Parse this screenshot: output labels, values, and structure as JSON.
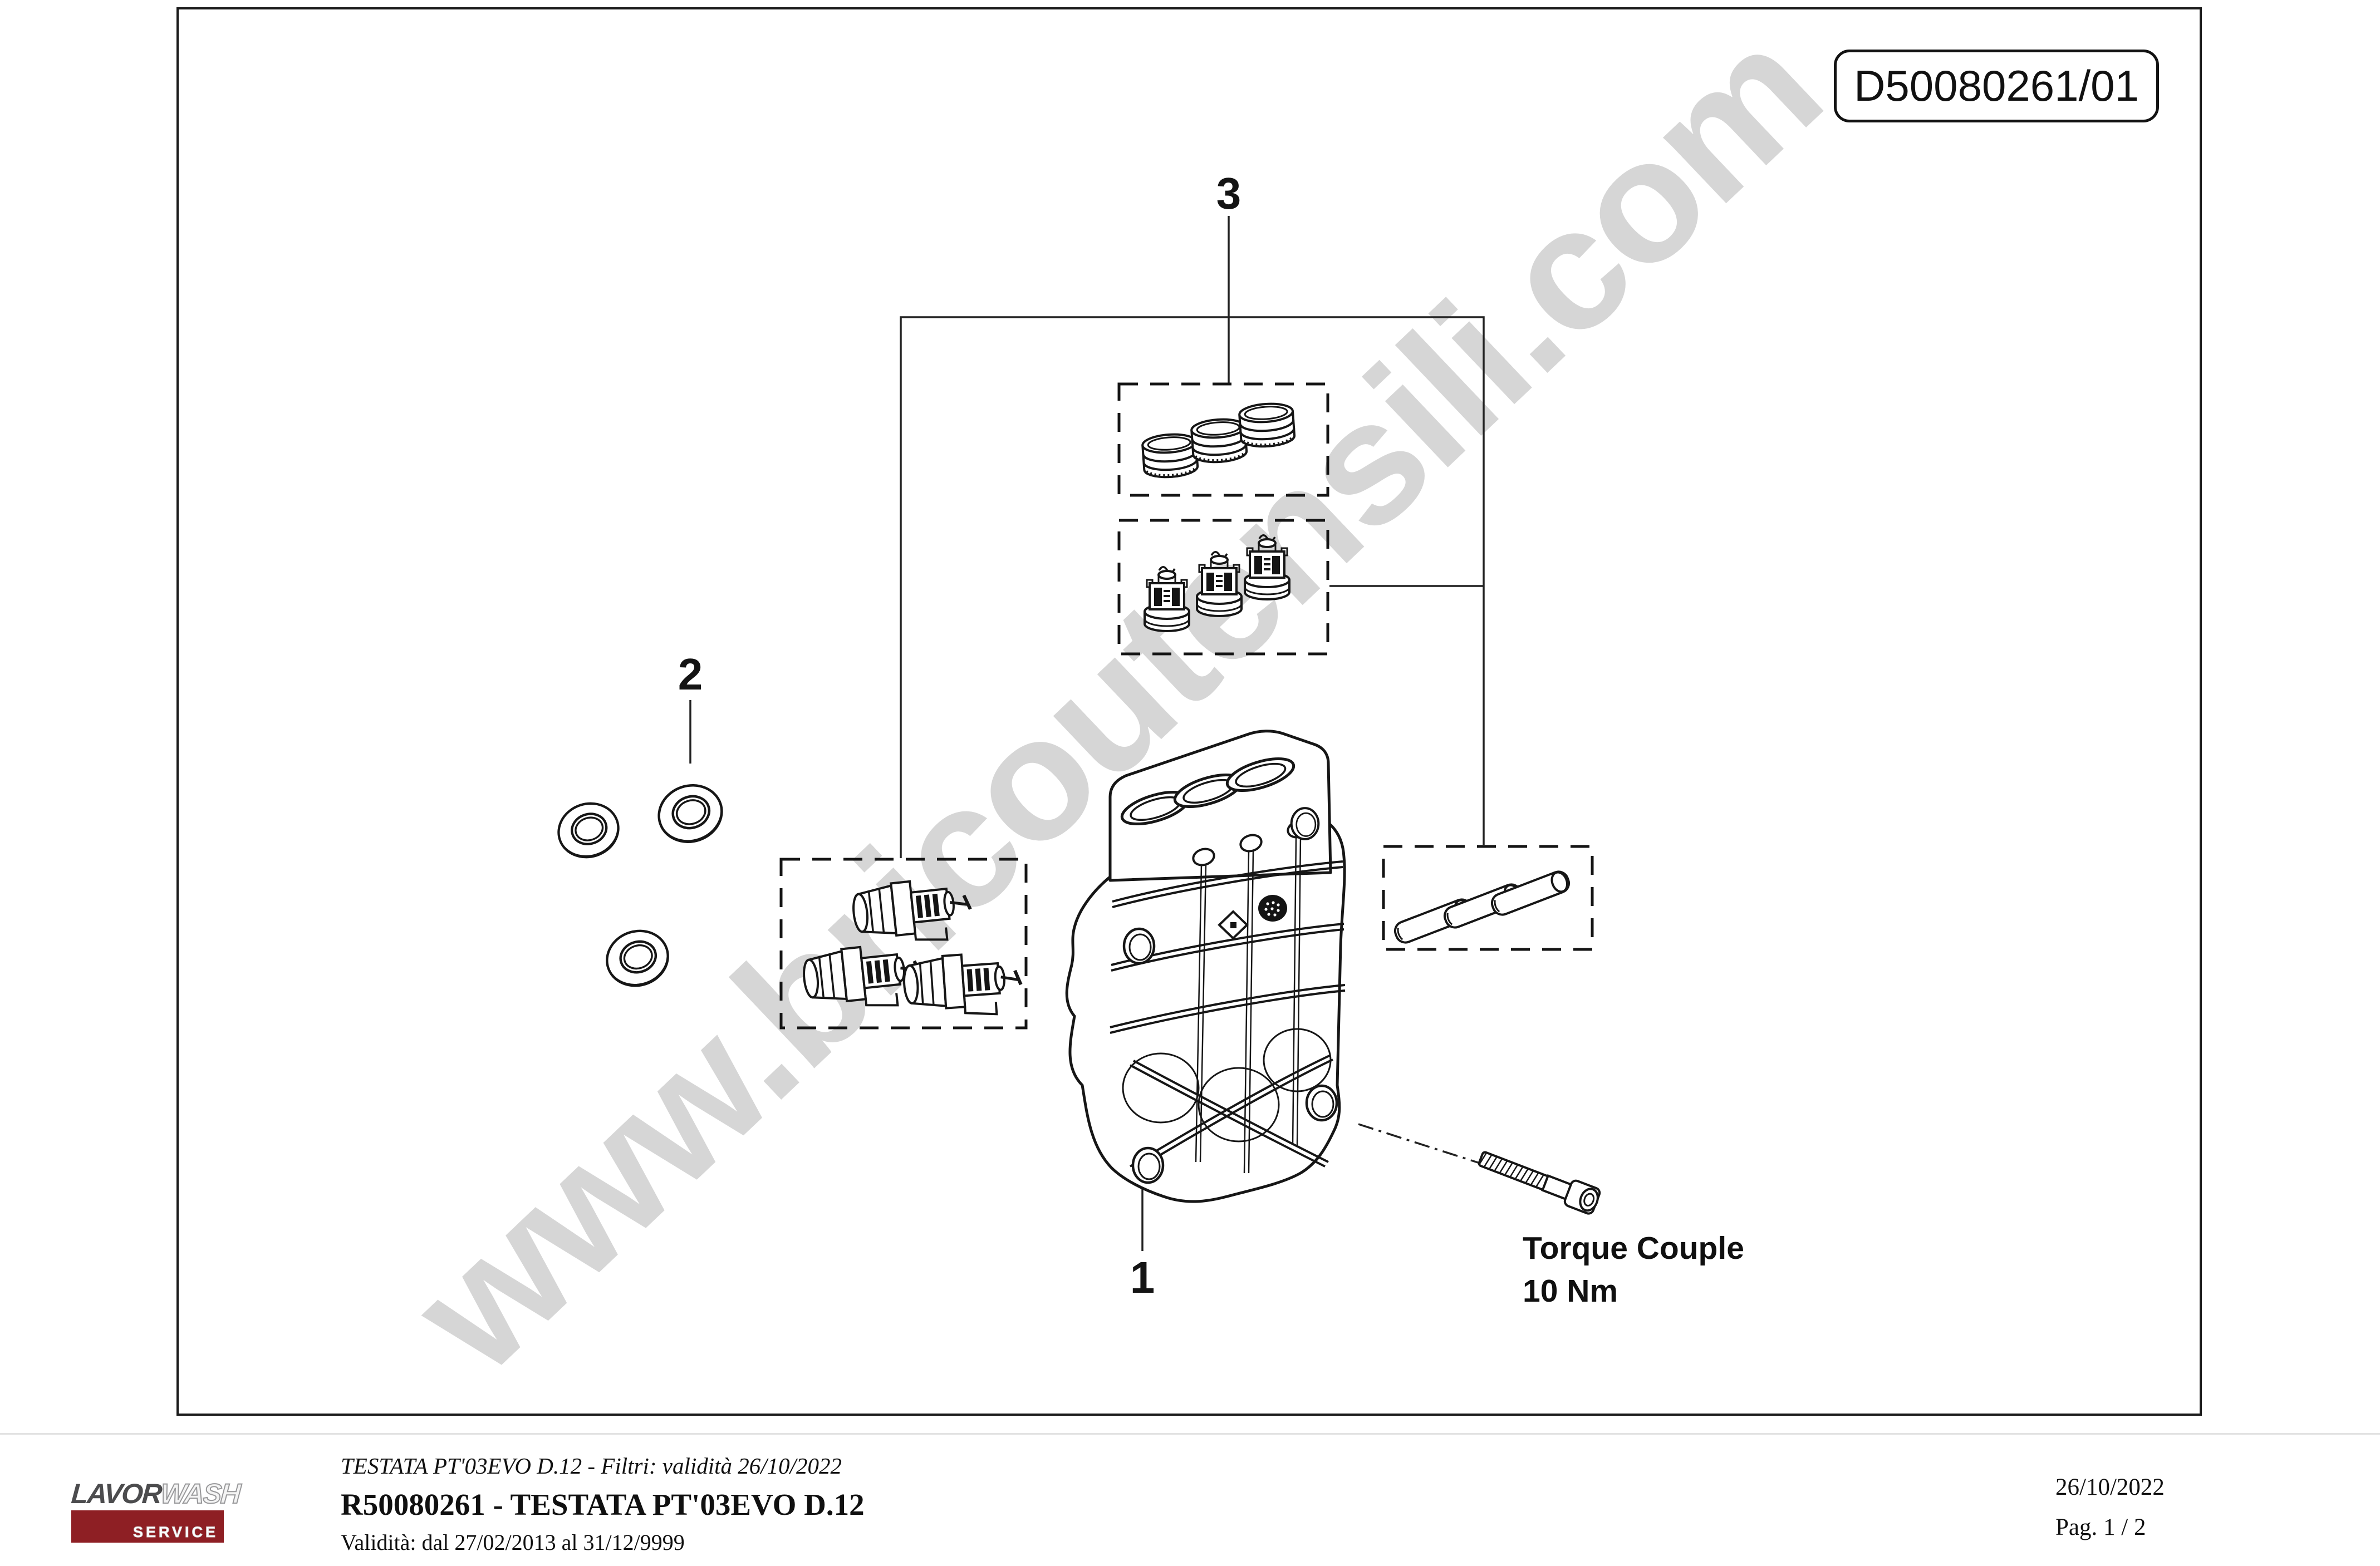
{
  "drawing_number": "D50080261/01",
  "watermark": {
    "text": "www.bricoutensili.com",
    "color": "#b5b5b5"
  },
  "callouts": {
    "head": "1",
    "orings": "2",
    "valve_kit": "3"
  },
  "torque": {
    "line1": "Torque Couple",
    "line2": "10 Nm"
  },
  "colors": {
    "line": "#161616",
    "logo_red": "#8e1f24",
    "divider": "#e2e2e2"
  },
  "footer": {
    "subtitle": "TESTATA PT'03EVO D.12 - Filtri: validità 26/10/2022",
    "title": "R50080261 - TESTATA PT'03EVO D.12",
    "validity": "Validità: dal 27/02/2013 al 31/12/9999",
    "date": "26/10/2022",
    "page": "Pag. 1 / 2",
    "logo": {
      "brand1": "LAVOR",
      "brand2": "WASH",
      "service": "SERVICE"
    }
  }
}
